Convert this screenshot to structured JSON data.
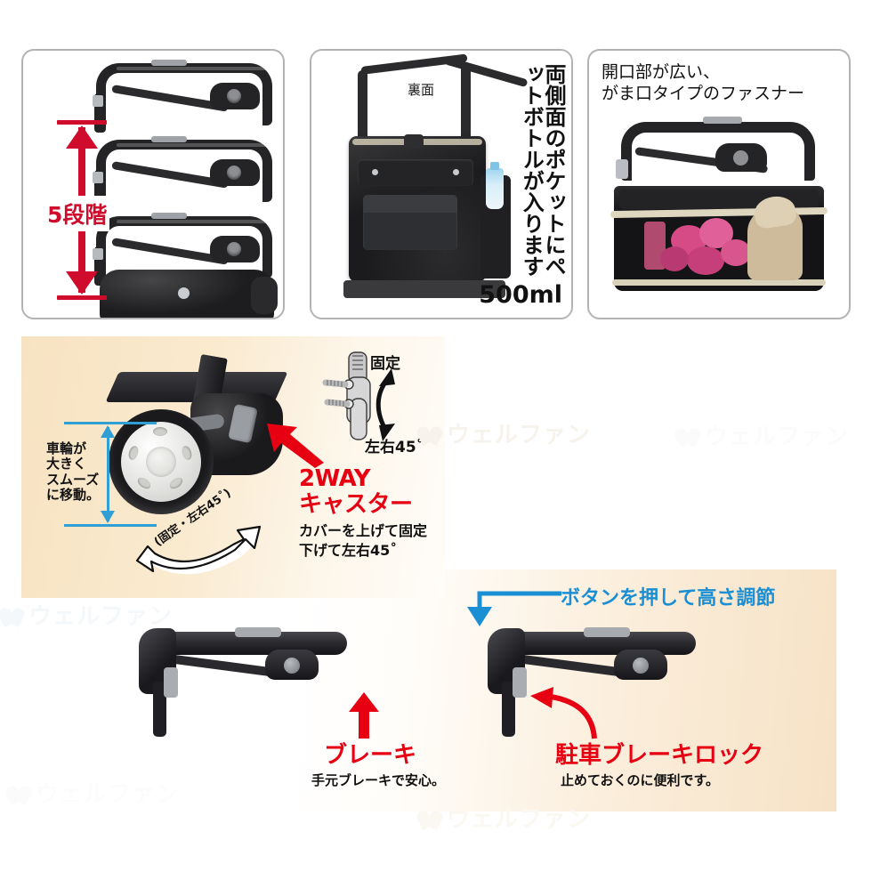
{
  "panels": {
    "height_adjust": {
      "name": "height-adjustment-panel",
      "measure_label": "5段階"
    },
    "back_pockets": {
      "name": "back-pockets-panel",
      "back_label": "裏面",
      "vertical_caption": "両側面のポケットにペットボトルが入ります",
      "volume_label": "500ml"
    },
    "opening": {
      "name": "wide-opening-panel",
      "caption_line1": "開口部が広い、",
      "caption_line2": "がま口タイプのファスナー"
    },
    "caster": {
      "name": "caster-panel",
      "wheel_caption": "車輪が\n大きく\nスムーズ\nに移動。",
      "swivel_arc_label": "(固定・左右45˚)",
      "diagram_top_label": "固定",
      "diagram_bottom_label": "左右45˚",
      "title_line1": "2WAY",
      "title_line2": "キャスター",
      "desc_line1": "カバーを上げて固定",
      "desc_line2": "下げて左右45˚"
    },
    "brake": {
      "name": "brake-panel",
      "button_caption": "ボタンを押して高さ調節",
      "brake_title": "ブレーキ",
      "brake_desc": "手元ブレーキで安心。",
      "lock_title": "駐車ブレーキロック",
      "lock_desc": "止めておくのに便利です。"
    }
  },
  "watermark": {
    "text": "ウェルファン"
  },
  "colors": {
    "red": "#e60012",
    "dark_red": "#cf0c2b",
    "blue": "#1b8fd4",
    "measure_blue": "#2f9fd6",
    "cream": "#f7e3c1",
    "card_border": "#b3b3b3"
  }
}
